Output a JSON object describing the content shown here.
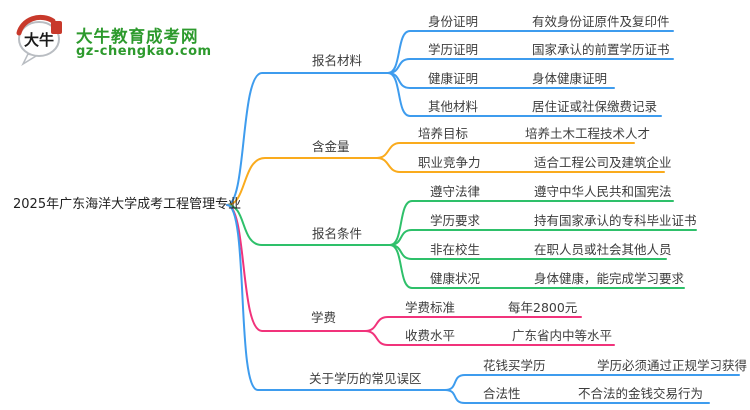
{
  "logo": {
    "bubble_text": "大牛",
    "site_name": "大牛教育成考网",
    "site_domain": "gz-chengkao.com"
  },
  "colors": {
    "blue": "#3e9cee",
    "orange": "#faab1d",
    "green": "#2ec06a",
    "pink": "#f1337b",
    "text": "#3d3d3d",
    "brand_green": "#2d9a2d",
    "brand_red": "#c8392b",
    "bubble_stroke": "#b9bdc2"
  },
  "root": {
    "label": "2025年广东海洋大学成考工程管理专业"
  },
  "branches": [
    {
      "label": "报名材料",
      "color": "#3e9cee",
      "children": [
        {
          "label": "身份证明",
          "value": "有效身份证原件及复印件"
        },
        {
          "label": "学历证明",
          "value": "国家承认的前置学历证书"
        },
        {
          "label": "健康证明",
          "value": "身体健康证明"
        },
        {
          "label": "其他材料",
          "value": "居住证或社保缴费记录"
        }
      ]
    },
    {
      "label": "含金量",
      "color": "#faab1d",
      "children": [
        {
          "label": "培养目标",
          "value": "培养土木工程技术人才"
        },
        {
          "label": "职业竞争力",
          "value": "适合工程公司及建筑企业"
        }
      ]
    },
    {
      "label": "报名条件",
      "color": "#2ec06a",
      "children": [
        {
          "label": "遵守法律",
          "value": "遵守中华人民共和国宪法"
        },
        {
          "label": "学历要求",
          "value": "持有国家承认的专科毕业证书"
        },
        {
          "label": "非在校生",
          "value": "在职人员或社会其他人员"
        },
        {
          "label": "健康状况",
          "value": "身体健康，能完成学习要求"
        }
      ]
    },
    {
      "label": "学费",
      "color": "#f1337b",
      "children": [
        {
          "label": "学费标准",
          "value": "每年2800元"
        },
        {
          "label": "收费水平",
          "value": "广东省内中等水平"
        }
      ]
    },
    {
      "label": "关于学历的常见误区",
      "color": "#3e9cee",
      "children": [
        {
          "label": "花钱买学历",
          "value": "学历必须通过正规学习获得"
        },
        {
          "label": "合法性",
          "value": "不合法的金钱交易行为"
        }
      ]
    }
  ]
}
